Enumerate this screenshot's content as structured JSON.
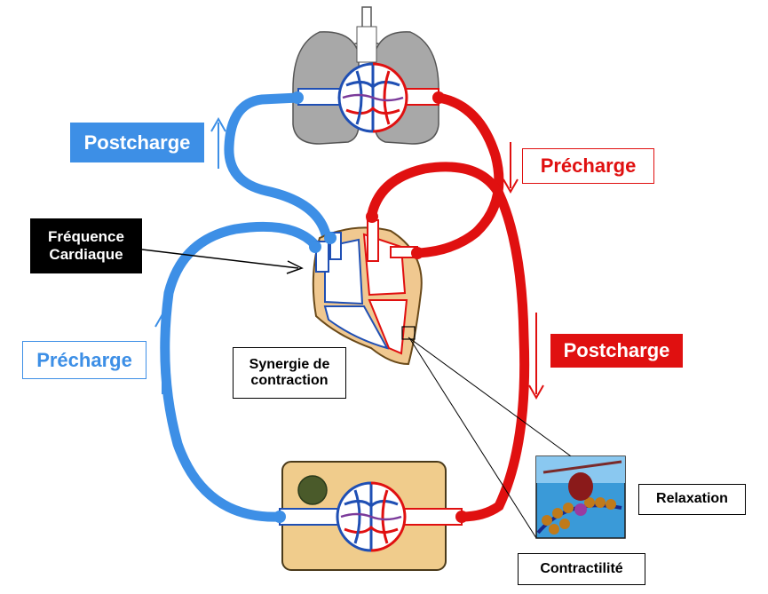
{
  "labels": {
    "postcharge_left": "Postcharge",
    "precharge_right": "Précharge",
    "frequence_line1": "Fréquence",
    "frequence_line2": "Cardiaque",
    "precharge_left": "Précharge",
    "synergie_line1": "Synergie de",
    "synergie_line2": "contraction",
    "postcharge_right": "Postcharge",
    "relaxation": "Relaxation",
    "contractilite": "Contractilité"
  },
  "colors": {
    "venous_blue": "#3d8fe6",
    "arterial_red": "#e01010",
    "lung_gray": "#a8a8a8",
    "heart_tan": "#f0c890",
    "tissue_tan": "#f0cc8c",
    "label_black": "#000000"
  },
  "icons": [
    "lungs-icon",
    "heart-icon",
    "tissue-capillary-icon",
    "myosin-actin-icon"
  ]
}
